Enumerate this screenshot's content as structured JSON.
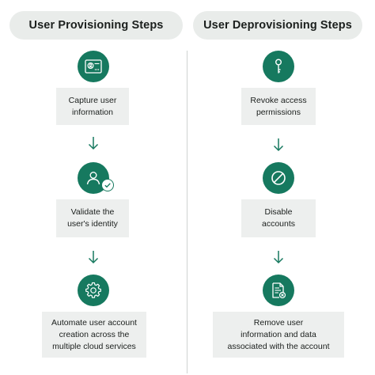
{
  "titles": {
    "provisioning": "User Provisioning Steps",
    "deprovisioning": "User Deprovisioning Steps"
  },
  "provisioning_steps": [
    {
      "icon": "id-card-icon",
      "label": "Capture user\ninformation"
    },
    {
      "icon": "user-check-icon",
      "label": "Validate the\nuser's identity"
    },
    {
      "icon": "gear-icon",
      "label": "Automate user account\ncreation across the\nmultiple cloud services"
    }
  ],
  "deprovisioning_steps": [
    {
      "icon": "key-icon",
      "label": "Revoke access\npermissions"
    },
    {
      "icon": "block-icon",
      "label": "Disable\naccounts"
    },
    {
      "icon": "delete-document-icon",
      "label": "Remove user\ninformation and data\nassociated with the account"
    }
  ],
  "colors": {
    "accent": "#16795f",
    "pill_bg": "#e9ecea",
    "box_bg": "#edefee"
  }
}
